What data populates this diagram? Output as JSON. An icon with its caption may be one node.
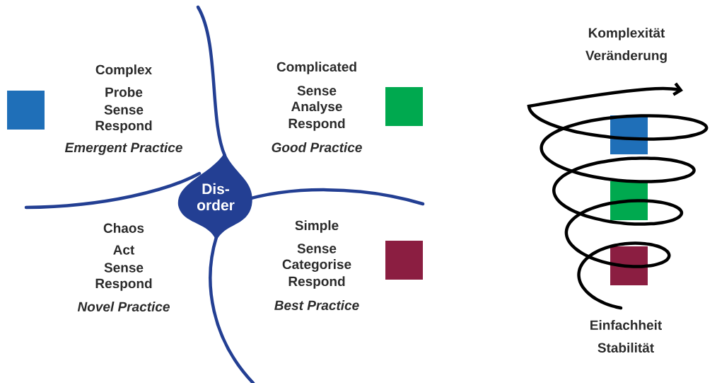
{
  "diagram": {
    "nodes": [
      {
        "text": [
          "Dis-order"
        ]
      }
    ],
    "labels": [
      "Komplexität",
      "Veränderung",
      "Complex",
      "Probe",
      "Sense",
      "Respond",
      "Emergent Practice",
      "Complicated",
      "Sense",
      "Analyse",
      "Respond",
      "Good Practice",
      "Chaos",
      "Act",
      "Sense",
      "Respond",
      "Novel Practice",
      "Simple",
      "Sense",
      "Categorise",
      "Respond",
      "Best Practice",
      "Einfachheit",
      "Stabilität"
    ]
  }
}
